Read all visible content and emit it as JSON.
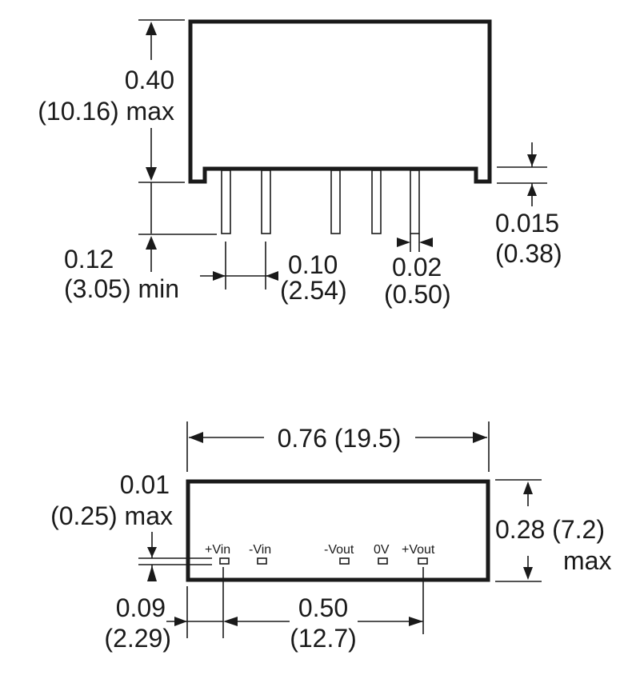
{
  "side_view": {
    "height_label": {
      "inch": "0.40",
      "mm": "(10.16) max"
    },
    "pin_length_label": {
      "inch": "0.12",
      "mm": "(3.05) min"
    },
    "pin_pitch_label": {
      "inch": "0.10",
      "mm": "(2.54)"
    },
    "pin_width_label": {
      "inch": "0.02",
      "mm": "(0.50)"
    },
    "standoff_label": {
      "inch": "0.015",
      "mm": "(0.38)"
    }
  },
  "bottom_view": {
    "width_label": "0.76 (19.5)",
    "depth_label": {
      "line1": "0.28 (7.2)",
      "line2": "max"
    },
    "pin_offset_label": {
      "inch": "0.01",
      "mm": "(0.25) max"
    },
    "edge_to_pin_label": {
      "inch": "0.09",
      "mm": "(2.29)"
    },
    "pin_span_label": {
      "inch": "0.50",
      "mm": "(12.7)"
    },
    "pins": [
      {
        "label": "+Vin"
      },
      {
        "label": "-Vin"
      },
      {
        "label": "-Vout"
      },
      {
        "label": "0V"
      },
      {
        "label": "+Vout"
      }
    ]
  }
}
